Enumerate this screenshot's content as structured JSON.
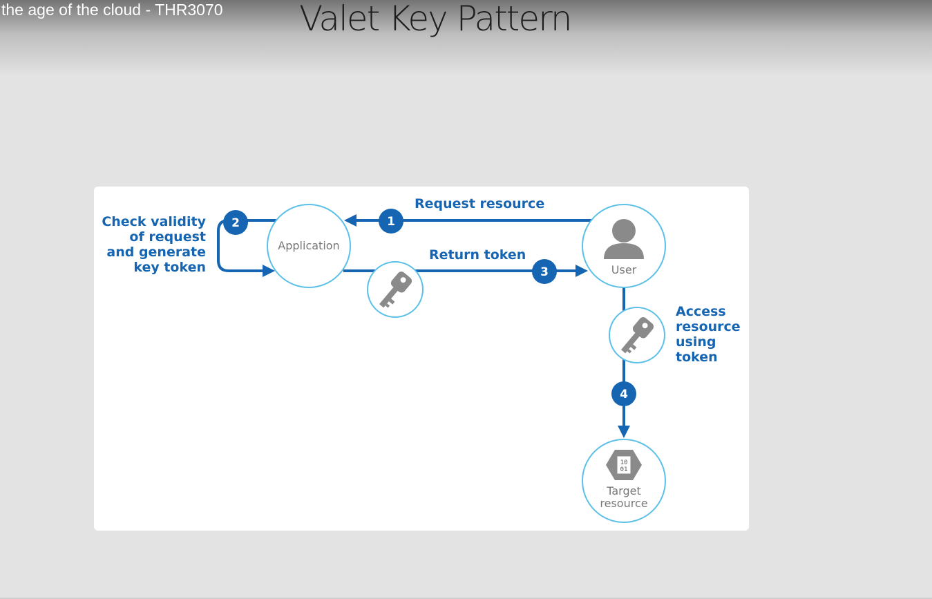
{
  "video": {
    "title": "the age of the cloud - THR3070"
  },
  "slide": {
    "title": "Valet Key Pattern",
    "diagram": {
      "nodes": {
        "application": "Application",
        "user": "User",
        "target_line1": "Target",
        "target_line2": "resource",
        "target_icon_text1": "10",
        "target_icon_text2": "01"
      },
      "steps": {
        "s1": "1",
        "s2": "2",
        "s3": "3",
        "s4": "4"
      },
      "labels": {
        "request_resource": "Request resource",
        "return_token": "Return token",
        "check_line1": "Check validity",
        "check_line2": "of request",
        "check_line3": "and generate",
        "check_line4": "key token",
        "access_line1": "Access",
        "access_line2": "resource",
        "access_line3": "using",
        "access_line4": "token"
      },
      "colors": {
        "arrow": "#1565b2",
        "circle_border": "#5bc0e8",
        "icon": "#8a8a8a"
      }
    }
  }
}
